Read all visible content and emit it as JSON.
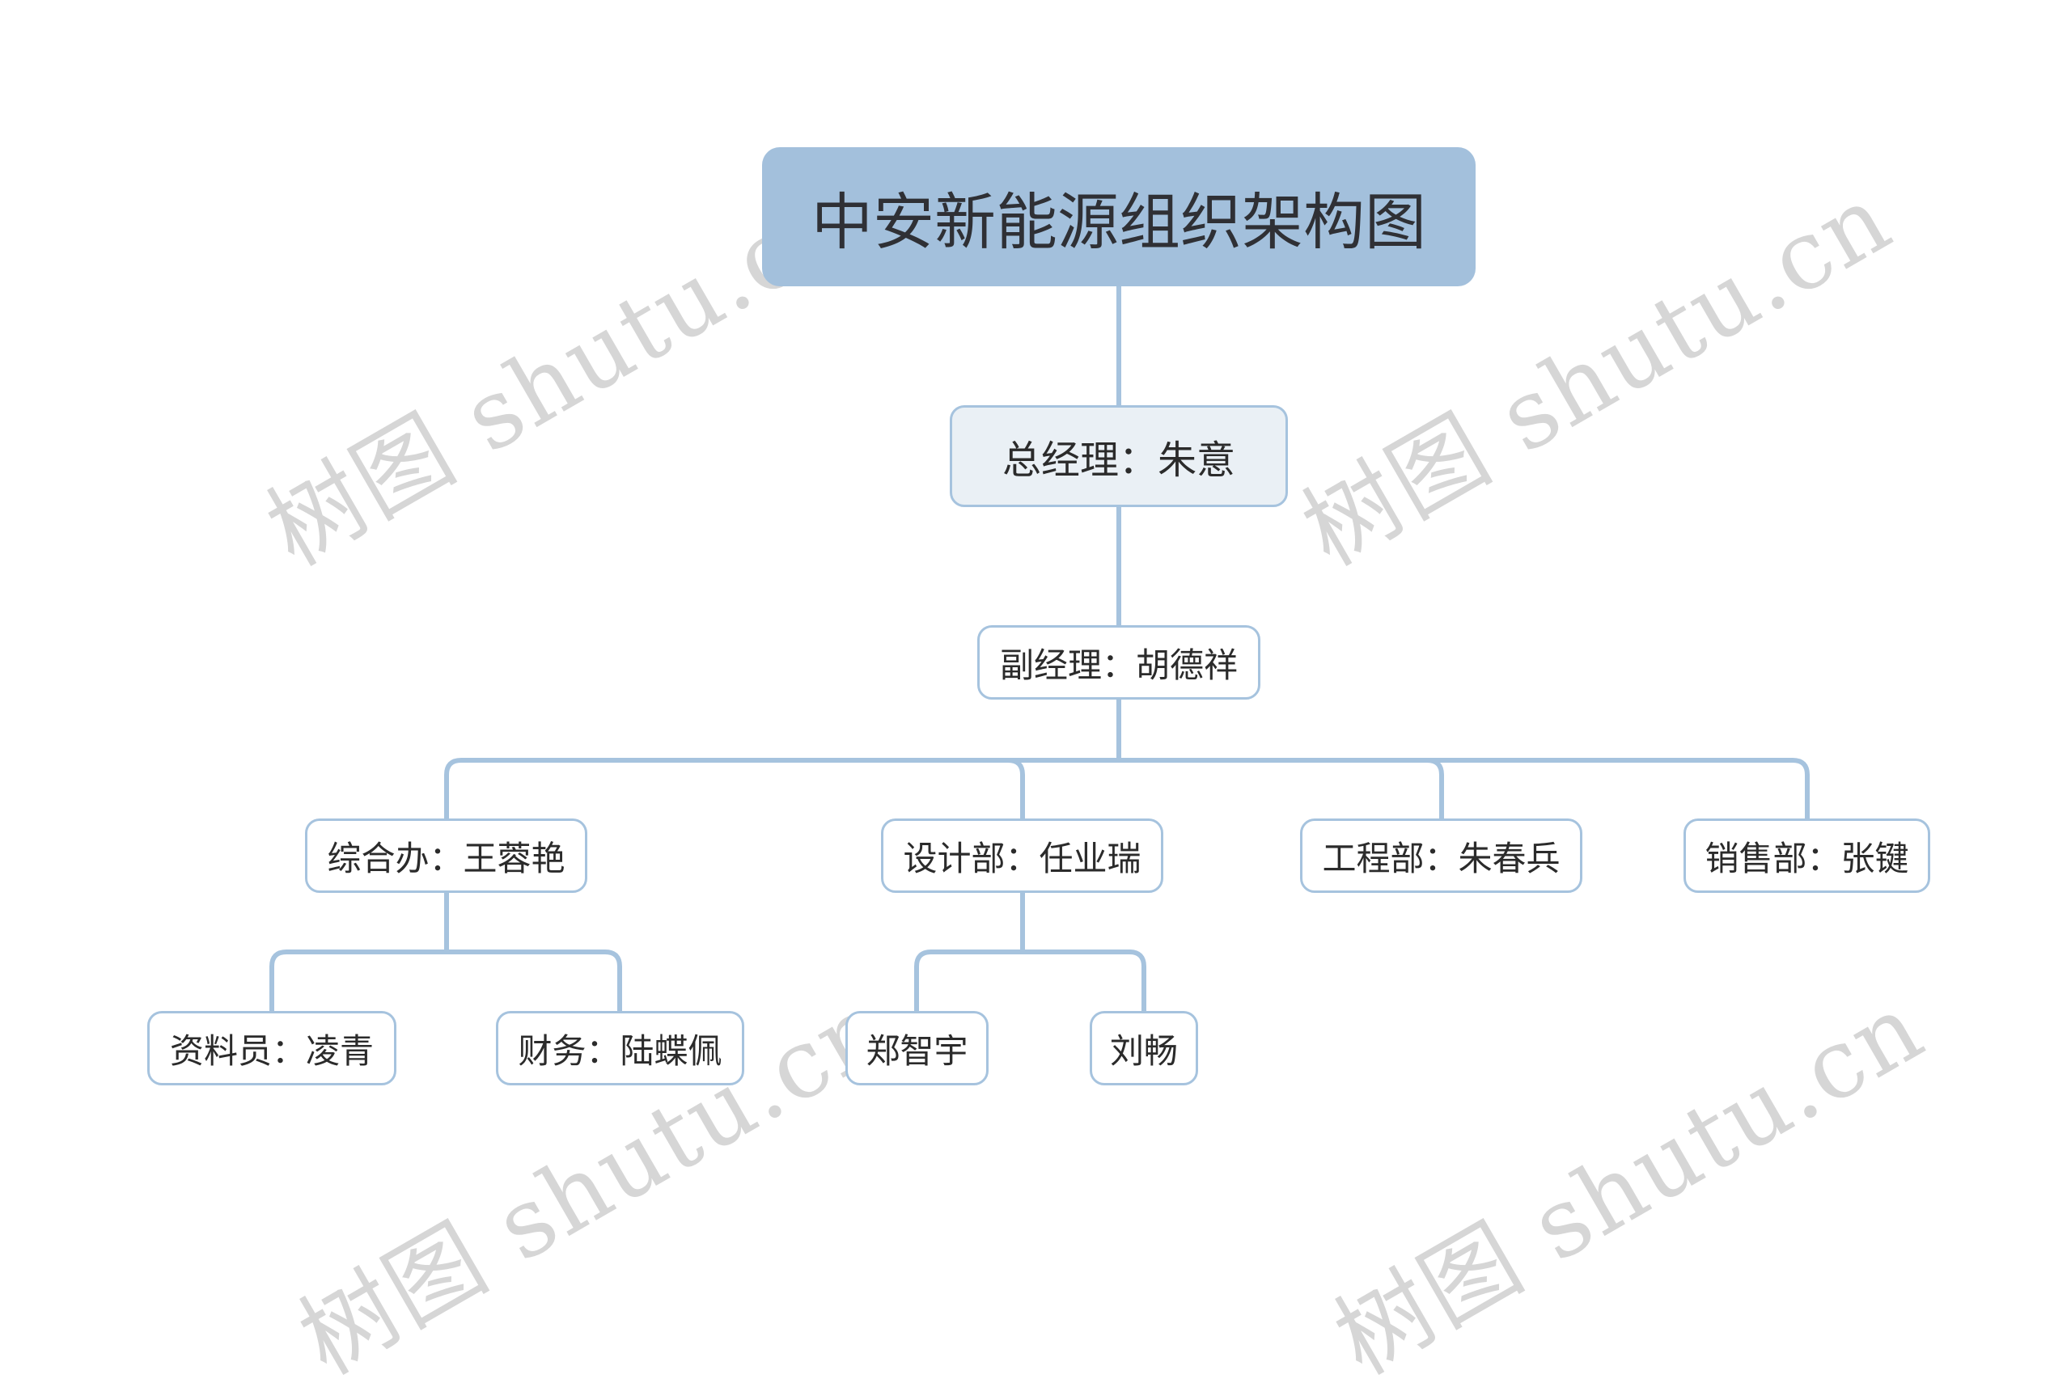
{
  "diagram": {
    "root": "中安新能源组织架构图",
    "general_manager": "总经理：朱意",
    "deputy_manager": "副经理：胡德祥",
    "departments": [
      {
        "label": "综合办：王蓉艳",
        "children": [
          "资料员：凌青",
          "财务：陆蝶佩"
        ]
      },
      {
        "label": "设计部：任业瑞",
        "children": [
          "郑智宇",
          "刘畅"
        ]
      },
      {
        "label": "工程部：朱春兵",
        "children": []
      },
      {
        "label": "销售部：张键",
        "children": []
      }
    ]
  },
  "watermark": "树图 shutu.cn",
  "colors": {
    "root_fill": "#a3c0dc",
    "level1_fill": "#eaf0f5",
    "border": "#a6c3de",
    "connector": "#a6c3de",
    "text": "#2b2b2b",
    "watermark": "#cfcfcf"
  }
}
